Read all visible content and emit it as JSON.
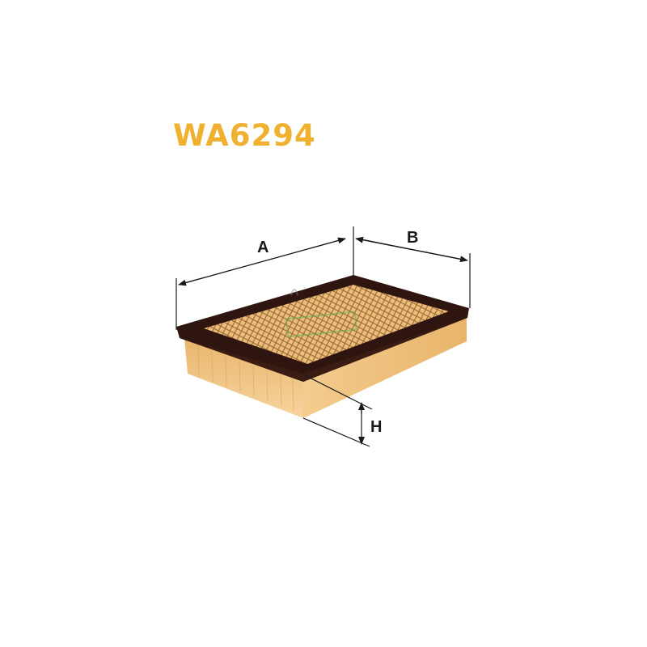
{
  "product": {
    "code": "WA6294",
    "title_color": "#F0B030"
  },
  "diagram": {
    "subject": "panel air filter",
    "dimensions": {
      "a_label": "A",
      "b_label": "B",
      "h_label": "H"
    },
    "colors": {
      "frame": "#2E1510",
      "media": "#E8B872",
      "mesh": "#8A5A2A",
      "side": "#F2C98A",
      "lines": "#1a1a1a"
    },
    "watermark_icon": "brand-watermark-icon"
  }
}
